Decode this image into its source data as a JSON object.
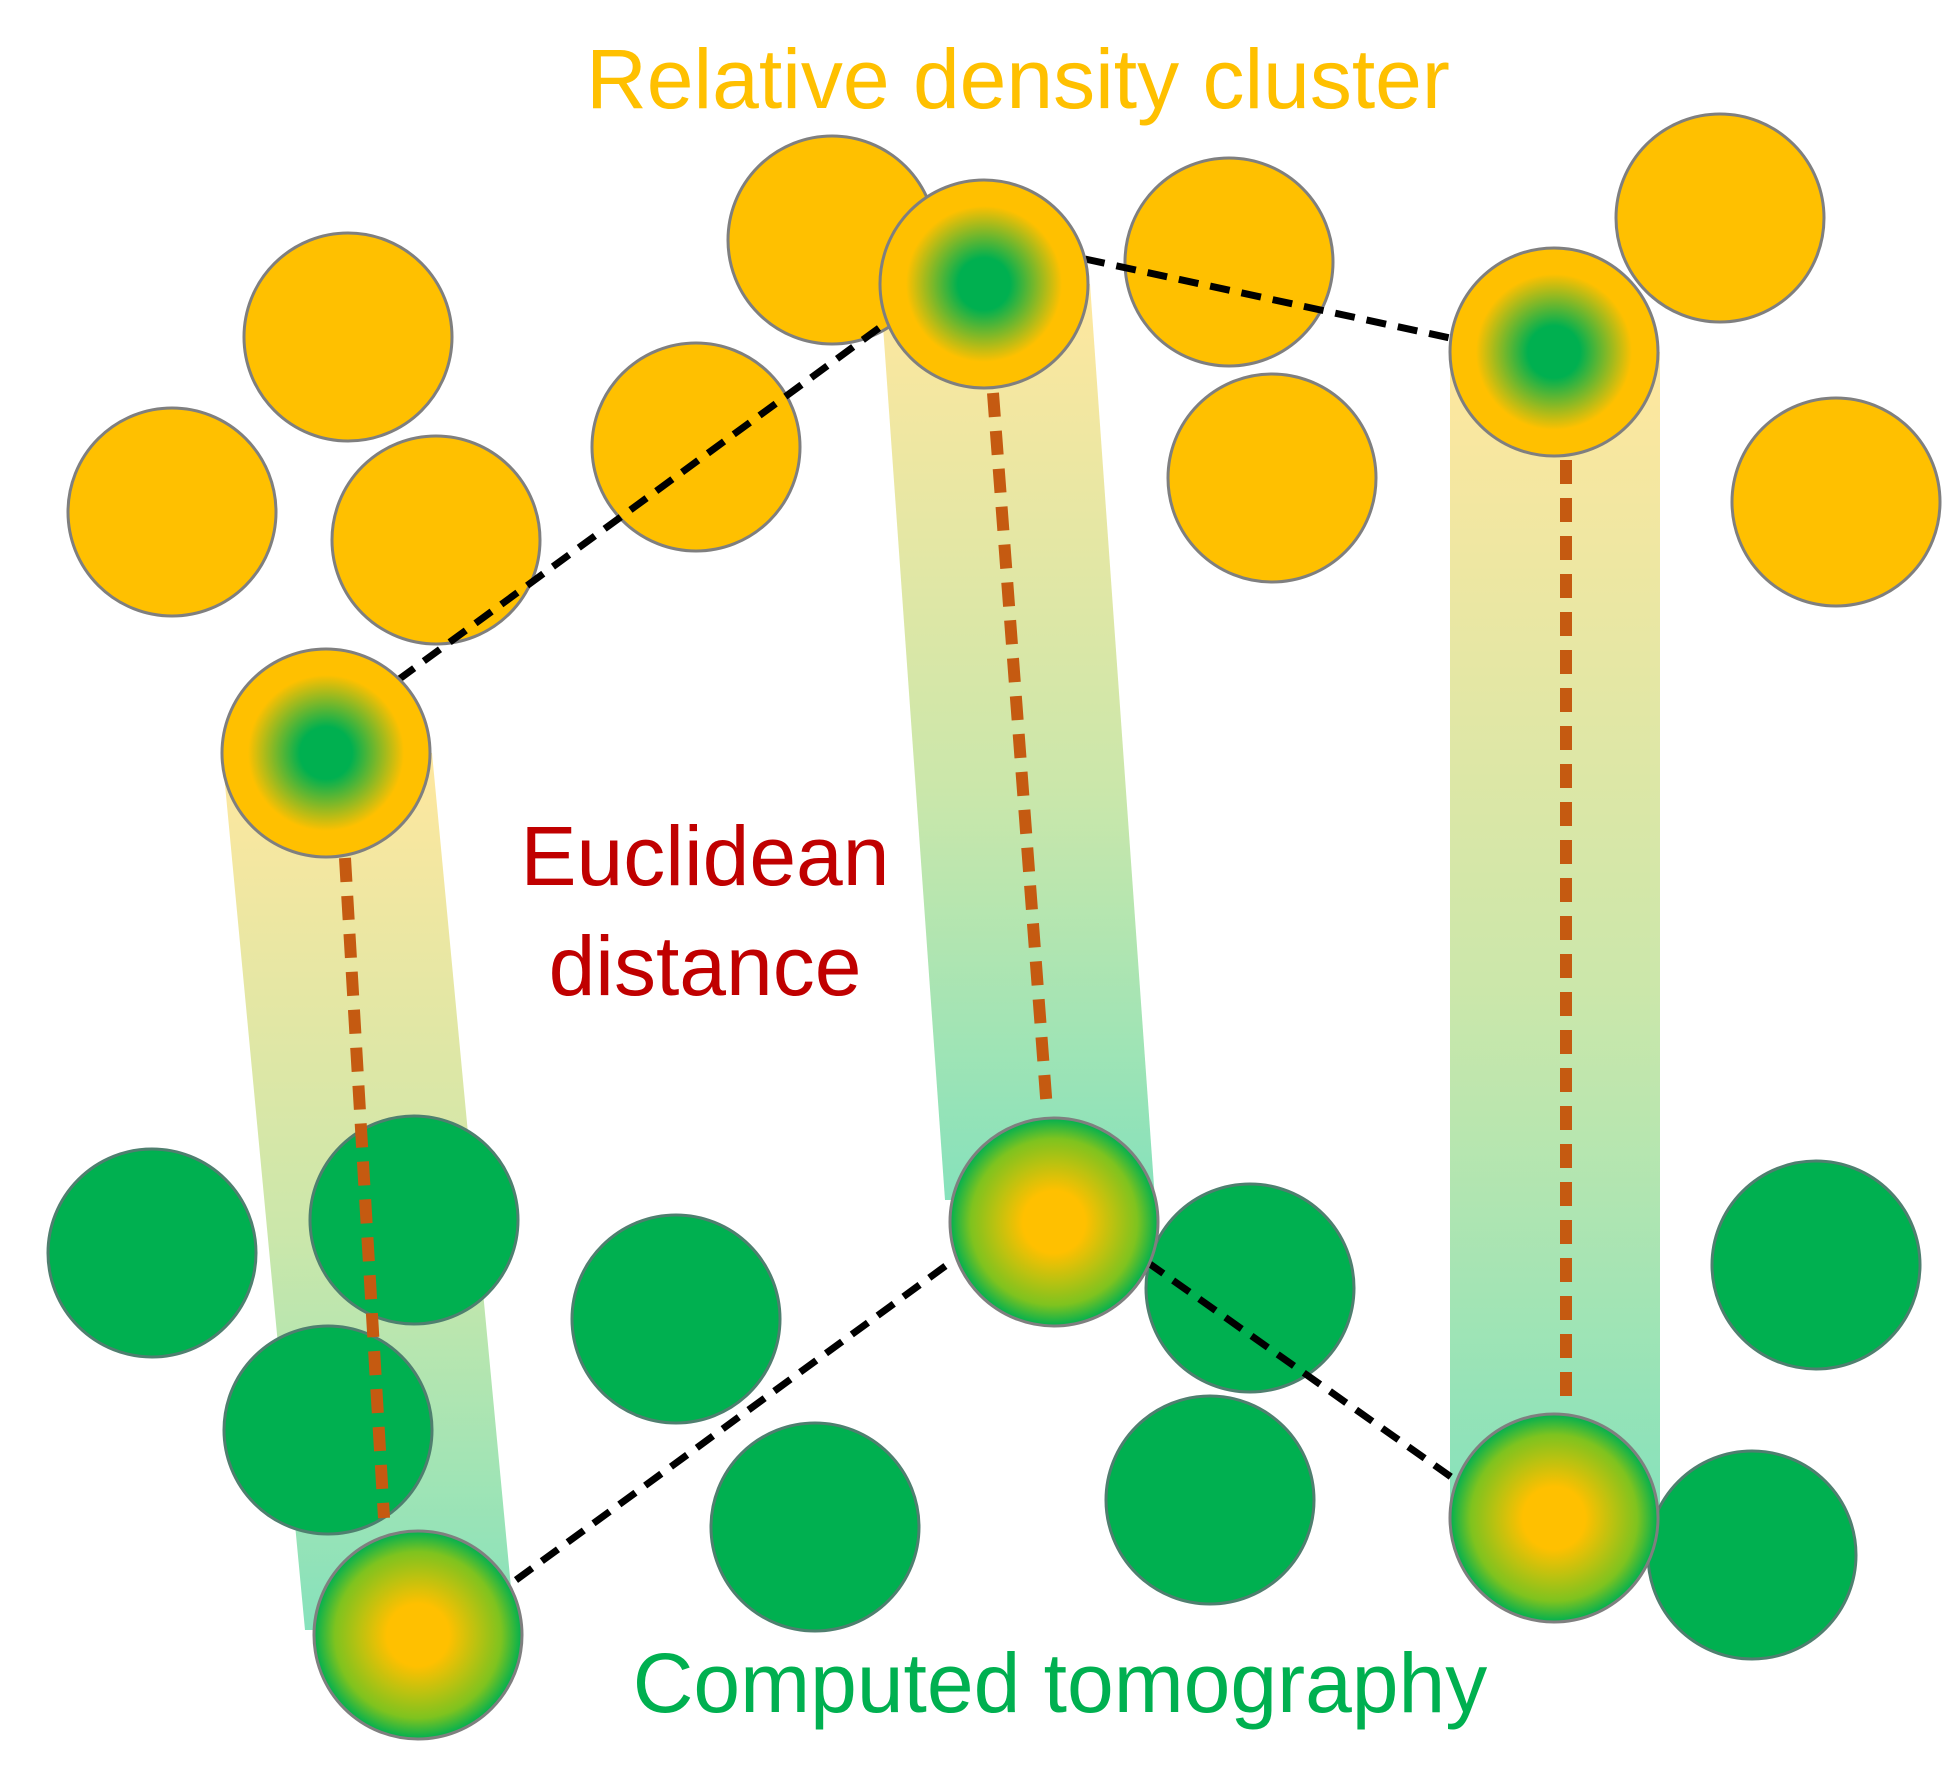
{
  "labels": {
    "top": "Relative density cluster",
    "middle_line1": "Euclidean",
    "middle_line2": "distance",
    "bottom": "Computed tomography"
  },
  "colors": {
    "orange": "#FFC000",
    "green": "#00B050",
    "outline": "#7F7F7F",
    "connector_dash": "#000000",
    "distance_dash": "#C55A11",
    "top_label": "#FFC000",
    "middle_label": "#C00000",
    "bottom_label": "#00B050",
    "band_top": "#FFE699",
    "band_bottom": "#7FE0B8"
  },
  "icons": {
    "cluster_circle": "circle",
    "highlight_circle": "radial-gradient-circle"
  }
}
